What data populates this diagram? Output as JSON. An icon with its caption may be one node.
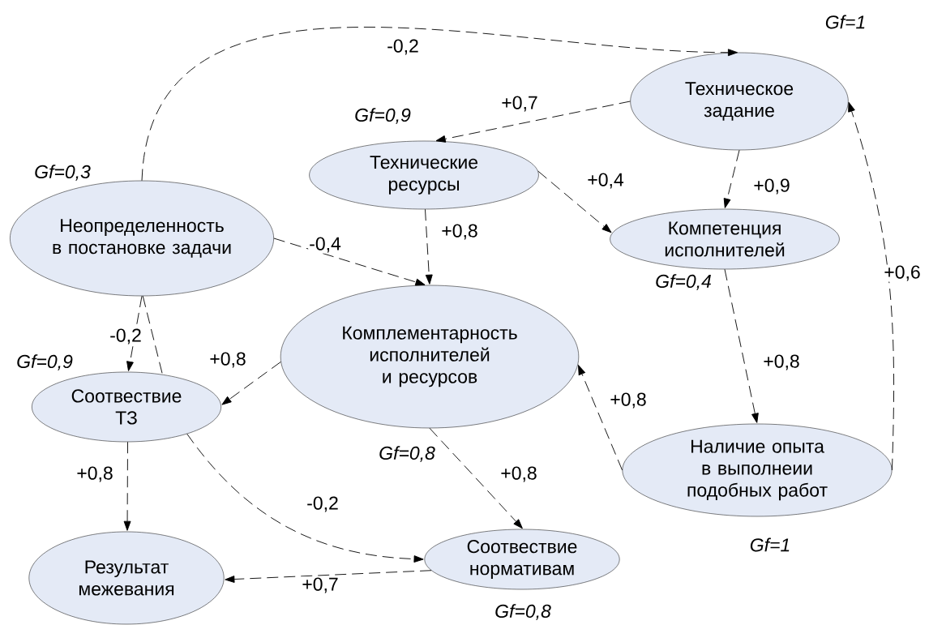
{
  "diagram": {
    "nodes": [
      {
        "text": [
          "Техническое задание"
        ],
        "beside": [
          "Gf=1"
        ]
      },
      {
        "text": [
          "Технические ресурсы"
        ],
        "beside": [
          "Gf=0,9"
        ]
      },
      {
        "text": [
          "Неопределенность в постановке задачи"
        ],
        "beside": [
          "Gf=0,3"
        ]
      },
      {
        "text": [
          "Компетенция исполнителей"
        ],
        "beside": [
          "Gf=0,4"
        ]
      },
      {
        "text": [
          "Комплементарность исполнителей и ресурсов"
        ],
        "beside": [
          "Gf=0,8"
        ]
      },
      {
        "text": [
          "Соотвествие ТЗ"
        ],
        "beside": [
          "Gf=0,9"
        ]
      },
      {
        "text": [
          "Наличие опыта в выполнеии подобных работ"
        ],
        "beside": [
          "Gf=1"
        ]
      },
      {
        "text": [
          "Результат межевания"
        ]
      },
      {
        "text": [
          "Соотвествие нормативам"
        ],
        "beside": [
          "Gf=0,8"
        ]
      }
    ],
    "edges": [
      {
        "from": 2,
        "to": 0,
        "arrow": "to",
        "label": "-0,2",
        "style": "dashed"
      },
      {
        "from": 0,
        "to": 1,
        "arrow": "to",
        "label": "+0,7",
        "style": "dashed"
      },
      {
        "from": 1,
        "to": 3,
        "arrow": "to",
        "label": "+0,4",
        "style": "dashed"
      },
      {
        "from": 1,
        "to": 4,
        "arrow": "to",
        "label": "+0,8",
        "style": "dashed"
      },
      {
        "from": 2,
        "to": 4,
        "arrow": "to",
        "label": "-0,4",
        "style": "dashed"
      },
      {
        "from": 0,
        "to": 3,
        "arrow": "to",
        "label": "+0,9",
        "style": "dashed"
      },
      {
        "from": 2,
        "to": 5,
        "arrow": "to",
        "label": "-0,2",
        "style": "dashed"
      },
      {
        "from": 2,
        "to": 5,
        "arrow": "none",
        "style": "dashed"
      },
      {
        "from": 4,
        "to": 5,
        "arrow": "to",
        "label": "+0,8",
        "style": "dashed"
      },
      {
        "from": 3,
        "to": 6,
        "arrow": "to",
        "label": "+0,8",
        "style": "dashed"
      },
      {
        "from": 6,
        "to": 4,
        "arrow": "to",
        "label": "+0,8",
        "style": "dashed"
      },
      {
        "from": 6,
        "to": 0,
        "arrow": "to",
        "label": "+0,6",
        "style": "dashed"
      },
      {
        "from": 5,
        "to": 7,
        "arrow": "to",
        "label": "+0,8",
        "style": "dashed"
      },
      {
        "from": 4,
        "to": 8,
        "arrow": "to",
        "label": "+0,8",
        "style": "dashed"
      },
      {
        "from": 5,
        "to": 8,
        "arrow": "to",
        "label": "-0,2",
        "style": "dashed"
      },
      {
        "from": 8,
        "to": 7,
        "arrow": "to",
        "label": "+0,7",
        "style": "dashed"
      }
    ]
  }
}
